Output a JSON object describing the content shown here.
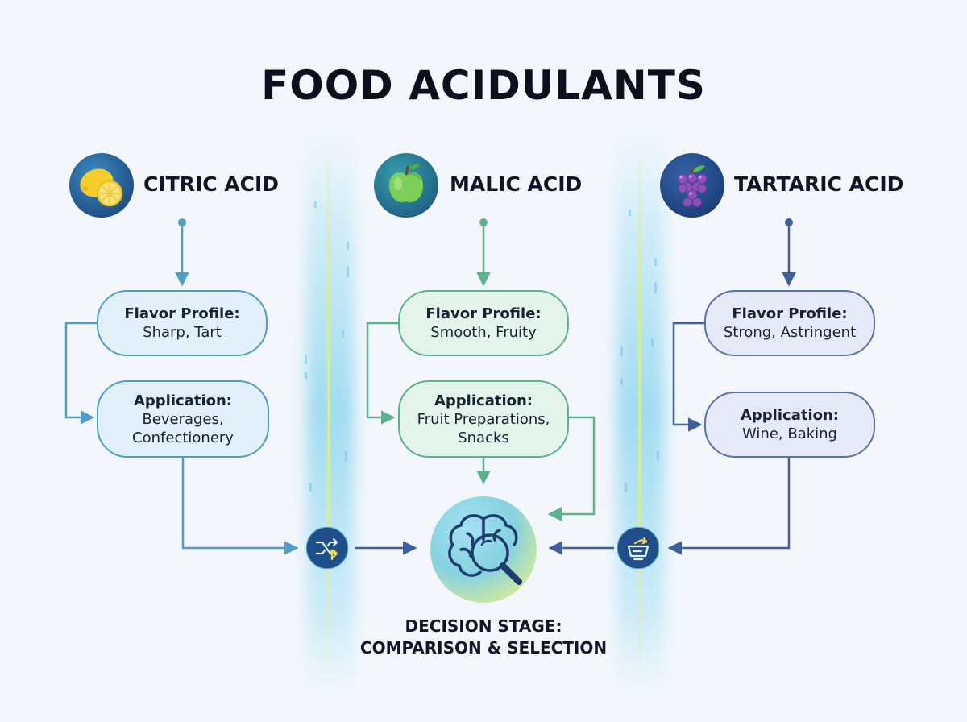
{
  "title": "FOOD ACIDULANTS",
  "columns": [
    {
      "name": "CITRIC ACID",
      "icon": "lemon-icon",
      "flavor": {
        "label": "Flavor Profile:",
        "value": "Sharp, Tart"
      },
      "application": {
        "label": "Application:",
        "value_line1": "Beverages,",
        "value_line2": "Confectionery"
      }
    },
    {
      "name": "MALIC ACID",
      "icon": "apple-icon",
      "flavor": {
        "label": "Flavor Profile:",
        "value": "Smooth, Fruity"
      },
      "application": {
        "label": "Application:",
        "value_line1": "Fruit Preparations,",
        "value_line2": "Snacks"
      }
    },
    {
      "name": "TARTARIC ACID",
      "icon": "grapes-icon",
      "flavor": {
        "label": "Flavor Profile:",
        "value": "Strong, Astringent"
      },
      "application": {
        "label": "Application:",
        "value_line1": "Wine, Baking"
      }
    }
  ],
  "decision": {
    "line1": "DECISION STAGE:",
    "line2": "COMPARISON & SELECTION",
    "icon": "brain-magnifier-icon"
  },
  "connector_icons": [
    "shuffle-arrows-icon",
    "mortar-chart-icon"
  ],
  "colors": {
    "citric": "#4f9ec8",
    "malic": "#5fb08d",
    "tartaric": "#5773ad",
    "icon_circle_dark": "#1e4f86",
    "title": "#0b0f1e"
  }
}
